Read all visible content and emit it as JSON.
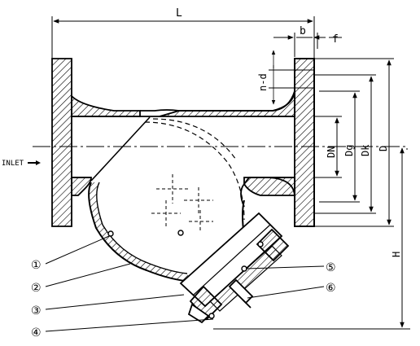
{
  "dims": {
    "length": "L",
    "flange_thickness": "b",
    "raised_face": "f",
    "bolt_holes": "n-d",
    "nominal_diameter": "DN",
    "raised_face_dia": "Dg",
    "bolt_circle": "Dk",
    "flange_dia": "D",
    "height": "H"
  },
  "inlet_label": "INLET",
  "parts": [
    "①",
    "②",
    "③",
    "④",
    "⑤",
    "⑥"
  ],
  "colors": {
    "line": "#000000",
    "hatch": "#000000",
    "background": "#ffffff"
  }
}
